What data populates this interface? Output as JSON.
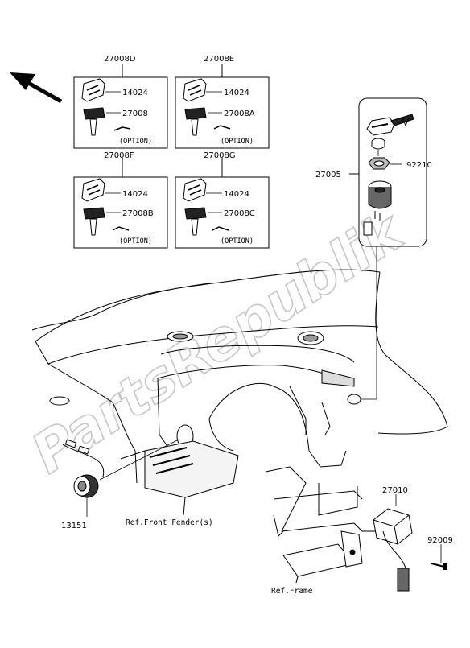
{
  "watermark": "PartsRepublik",
  "key_sets": [
    {
      "code": "27008D",
      "cap": "14024",
      "key": "27008",
      "option": "(OPTION)"
    },
    {
      "code": "27008E",
      "cap": "14024",
      "key": "27008A",
      "option": "(OPTION)"
    },
    {
      "code": "27008F",
      "cap": "14024",
      "key": "27008B",
      "option": "(OPTION)"
    },
    {
      "code": "27008G",
      "cap": "14024",
      "key": "27008C",
      "option": "(OPTION)"
    }
  ],
  "ignition_assembly": {
    "code": "27005",
    "nut": "92210"
  },
  "parts": {
    "switch_left": "13151",
    "relay": "27010",
    "bolt": "92009"
  },
  "references": {
    "front_fender": "Ref.Front Fender(s)",
    "frame": "Ref.Frame"
  },
  "colors": {
    "line": "#000000",
    "watermark": "#bdbdbd",
    "background": "#ffffff"
  }
}
